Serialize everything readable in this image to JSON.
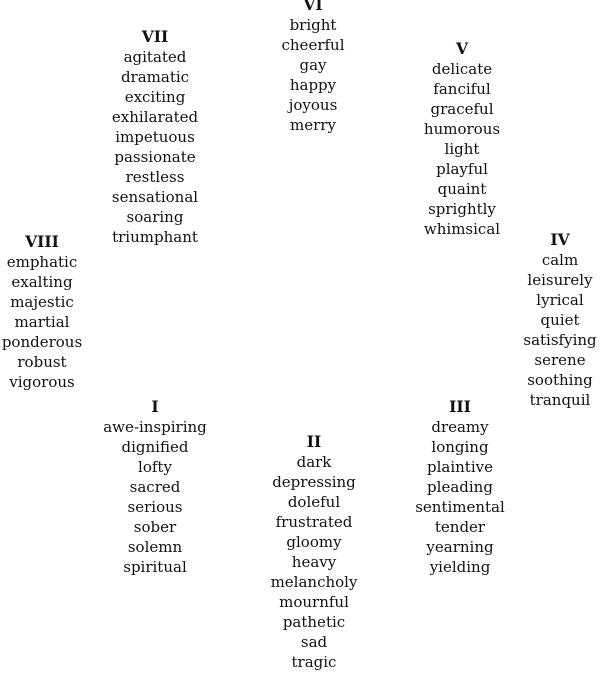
{
  "clusters": [
    {
      "numeral": "I",
      "words": [
        "awe-inspiring",
        "dignified",
        "lofty",
        "sacred",
        "serious",
        "sober",
        "solemn",
        "spiritual"
      ]
    },
    {
      "numeral": "II",
      "words": [
        "dark",
        "depressing",
        "doleful",
        "frustrated",
        "gloomy",
        "heavy",
        "melancholy",
        "mournful",
        "pathetic",
        "sad",
        "tragic"
      ]
    },
    {
      "numeral": "III",
      "words": [
        "dreamy",
        "longing",
        "plaintive",
        "pleading",
        "sentimental",
        "tender",
        "yearning",
        "yielding"
      ]
    },
    {
      "numeral": "IV",
      "words": [
        "calm",
        "leisurely",
        "lyrical",
        "quiet",
        "satisfying",
        "serene",
        "soothing",
        "tranquil"
      ]
    },
    {
      "numeral": "V",
      "words": [
        "delicate",
        "fanciful",
        "graceful",
        "humorous",
        "light",
        "playful",
        "quaint",
        "sprightly",
        "whimsical"
      ]
    },
    {
      "numeral": "VI",
      "words": [
        "bright",
        "cheerful",
        "gay",
        "happy",
        "joyous",
        "merry"
      ]
    },
    {
      "numeral": "VII",
      "words": [
        "agitated",
        "dramatic",
        "exciting",
        "exhilarated",
        "impetuous",
        "passionate",
        "restless",
        "sensational",
        "soaring",
        "triumphant"
      ]
    },
    {
      "numeral": "VIII",
      "words": [
        "emphatic",
        "exalting",
        "majestic",
        "martial",
        "ponderous",
        "robust",
        "vigorous"
      ]
    }
  ],
  "text_color": "#111111",
  "background_color": "#ffffff"
}
